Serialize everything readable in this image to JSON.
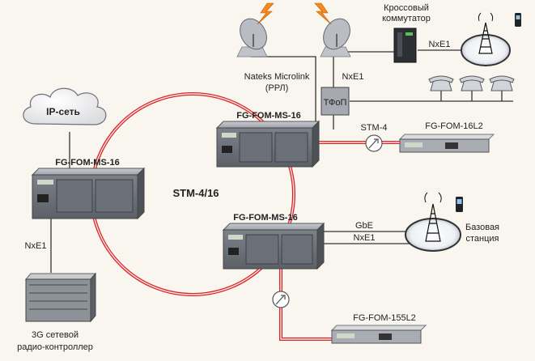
{
  "labels": {
    "ip_network": "IP-сеть",
    "node_left": "FG-FOM-MS-16",
    "node_top": "FG-FOM-MS-16",
    "node_bottom": "FG-FOM-MS-16",
    "ring": "STM-4/16",
    "rrl_line1": "Nateks Microlink",
    "rrl_line2": "(РРЛ)",
    "cross_switch_line1": "Кроссовый",
    "cross_switch_line2": "коммутатор",
    "nxe1_cross": "NxE1",
    "nxe1_rrl": "NxE1",
    "tfop": "ТФоП",
    "stm4": "STM-4",
    "fg16l2": "FG-FOM-16L2",
    "gbe": "GbE",
    "nxe1_bs": "NxE1",
    "bs_line1": "Базовая",
    "bs_line2": "станция",
    "nxe1_left": "NxE1",
    "rnc_line1": "3G сетевой",
    "rnc_line2": "радио-контроллер",
    "fg155l2": "FG-FOM-155L2"
  },
  "colors": {
    "ring": "#d9262b",
    "device": "#8a8f98",
    "background": "#f8f6ee"
  }
}
